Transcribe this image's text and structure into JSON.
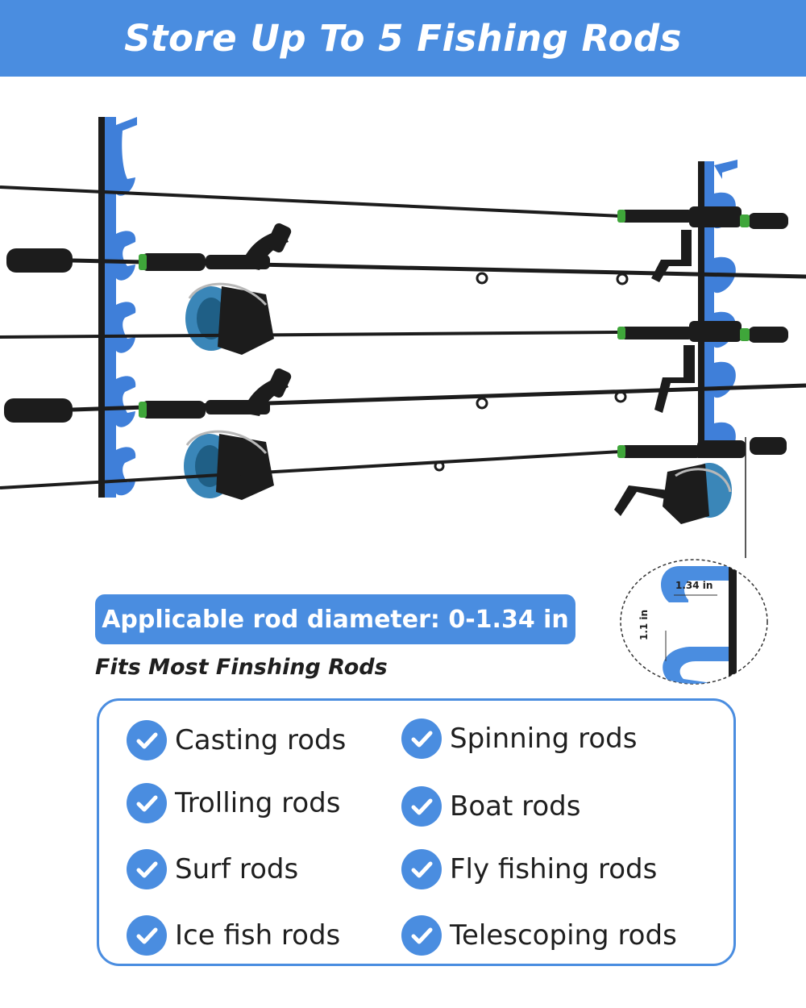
{
  "banner": {
    "title": "Store Up To 5 Fishing Rods"
  },
  "product": {
    "detail": {
      "width_label": "1.34 in",
      "height_label": "1.1 in"
    }
  },
  "diameter": {
    "label": "Applicable rod diameter: 0-1.34 in"
  },
  "fits": {
    "label": "Fits Most Finshing Rods"
  },
  "rod_types": [
    {
      "label": "Casting rods"
    },
    {
      "label": "Spinning rods"
    },
    {
      "label": "Trolling rods"
    },
    {
      "label": "Boat rods"
    },
    {
      "label": "Surf rods"
    },
    {
      "label": "Fly fishing rods"
    },
    {
      "label": "Ice fish rods"
    },
    {
      "label": "Telescoping rods"
    }
  ],
  "colors": {
    "accent": "#4a8de0",
    "rack_blue": "#3f7fd9",
    "rod_black": "#1c1c1c",
    "rod_green": "#3fa63a",
    "spool_blue": "#3a86b8"
  }
}
